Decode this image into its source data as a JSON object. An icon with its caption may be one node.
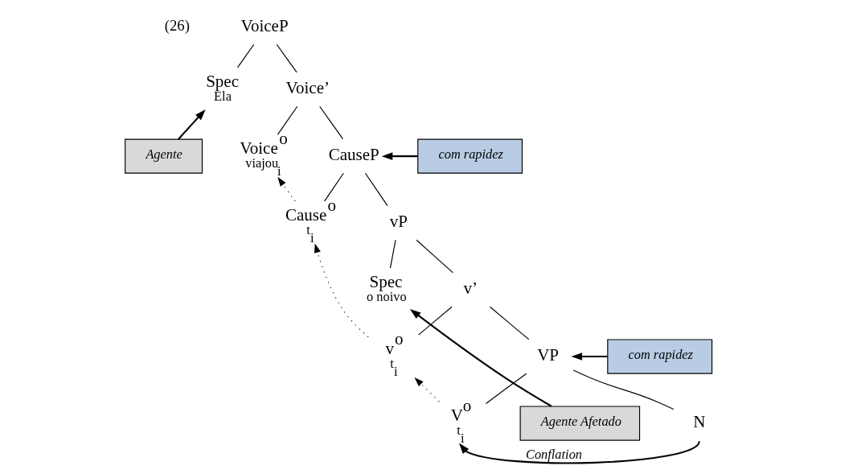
{
  "diagram": {
    "nodes": [
      {
        "text": [
          "VoiceP"
        ]
      },
      {
        "text": [
          "Spec",
          "Ela"
        ]
      },
      {
        "text": [
          "Voice’"
        ]
      },
      {
        "text": [
          "Voice$^{o}$",
          "viajou$_{i}$"
        ]
      },
      {
        "text": [
          "CauseP"
        ]
      },
      {
        "text": [
          "Cause$^{o}$",
          "t$_{i}$"
        ]
      },
      {
        "text": [
          "vP"
        ]
      },
      {
        "text": [
          "Spec",
          "o noivo"
        ]
      },
      {
        "text": [
          "v’"
        ]
      },
      {
        "text": [
          "v$^{o}$",
          "t$_{i}$"
        ]
      },
      {
        "text": [
          "VP"
        ]
      },
      {
        "text": [
          "V$^{o}$",
          "t$_{i}$"
        ]
      },
      {
        "text": [
          "N"
        ]
      },
      {
        "text": [
          "Agente"
        ]
      },
      {
        "text": [
          "com rapidez"
        ]
      },
      {
        "text": [
          "com rapidez"
        ]
      },
      {
        "text": [
          "Agente Afetado"
        ]
      }
    ],
    "edges": [
      {
        "from": 0,
        "to": 1,
        "arrow": "none"
      },
      {
        "from": 0,
        "to": 2,
        "arrow": "none"
      },
      {
        "from": 2,
        "to": 3,
        "arrow": "none"
      },
      {
        "from": 2,
        "to": 4,
        "arrow": "none"
      },
      {
        "from": 4,
        "to": 5,
        "arrow": "none"
      },
      {
        "from": 4,
        "to": 6,
        "arrow": "none"
      },
      {
        "from": 6,
        "to": 7,
        "arrow": "none"
      },
      {
        "from": 6,
        "to": 8,
        "arrow": "none"
      },
      {
        "from": 8,
        "to": 9,
        "arrow": "none"
      },
      {
        "from": 8,
        "to": 10,
        "arrow": "none"
      },
      {
        "from": 10,
        "to": 11,
        "arrow": "none"
      },
      {
        "from": 10,
        "to": 12,
        "arrow": "none"
      },
      {
        "from": 13,
        "to": 1,
        "arrow": "to"
      },
      {
        "from": 14,
        "to": 4,
        "arrow": "to"
      },
      {
        "from": 15,
        "to": 10,
        "arrow": "to"
      },
      {
        "from": 16,
        "to": 7,
        "arrow": "to"
      },
      {
        "from": 5,
        "to": 3,
        "arrow": "to",
        "style": "dashed"
      },
      {
        "from": 9,
        "to": 5,
        "arrow": "to",
        "style": "dashed"
      },
      {
        "from": 11,
        "to": 9,
        "arrow": "to",
        "style": "dashed"
      },
      {
        "from": 12,
        "to": 11,
        "arrow": "to",
        "label": "Conflation"
      }
    ],
    "labels": [
      "(26)"
    ]
  }
}
